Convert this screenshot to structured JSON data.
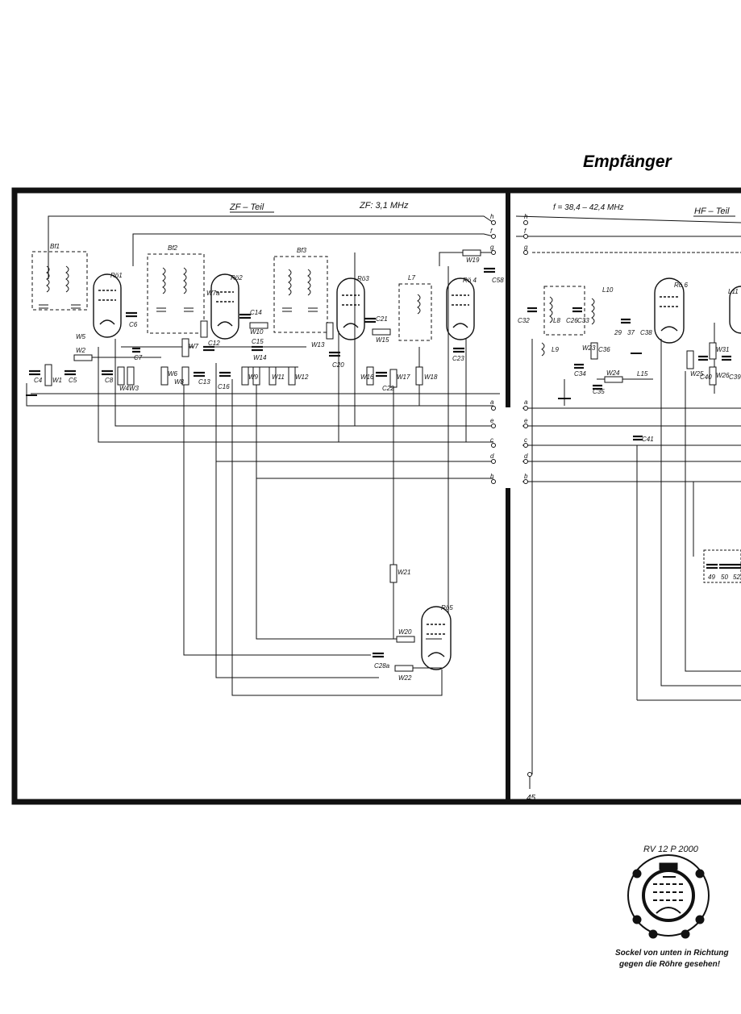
{
  "page": {
    "title": "Empfänger"
  },
  "sections": {
    "zf_teil": "ZF – Teil",
    "zf_freq": "ZF: 3,1 MHz",
    "hf_freq": "f = 38,4  – 42,4  MHz",
    "hf_teil": "HF – Teil"
  },
  "tubes": {
    "ro1": "Rö1",
    "ro2": "Rö2",
    "ro3": "Rö3",
    "ro4": "Rö 4",
    "ro5": "Rö5",
    "ro6": "Rö 6"
  },
  "filters": {
    "bf1": "Bf1",
    "bf2": "Bf2",
    "bf3": "Bf3"
  },
  "coils": {
    "l7": "L7",
    "l8": "L8",
    "l9": "L9",
    "l10": "L10",
    "l11": "L11",
    "l15": "L15"
  },
  "capacitors": {
    "c4": "C4",
    "c5": "C5",
    "c6": "C6",
    "c7": "C7",
    "c8": "C8",
    "c12": "C12",
    "c13": "C13",
    "c14": "C14",
    "c15": "C15",
    "c16": "C16",
    "c20": "C20",
    "c21": "C21",
    "c22": "C22",
    "c23": "C23",
    "c26": "C26",
    "c28a": "C28a",
    "c32": "C32",
    "c33": "C33",
    "c34": "C34",
    "c35": "C35",
    "c36": "C36",
    "c38": "C38",
    "c39": "C39",
    "c40": "C40",
    "c41": "C41",
    "c49": "49",
    "c50": "50",
    "c52": "52",
    "c58": "C58",
    "c29": "29",
    "c37": "37"
  },
  "resistors": {
    "w1": "W1",
    "w2": "W2",
    "w3": "W3",
    "w4": "W4",
    "w5": "W5",
    "w6": "W6",
    "w7": "W7",
    "w7a": "W7a",
    "w8": "W8",
    "w9": "W9",
    "w10": "W10",
    "w11": "W11",
    "w12": "W12",
    "w13": "W13",
    "w14": "W14",
    "w15": "W15",
    "w16": "W16",
    "w17": "W17",
    "w18": "W18",
    "w19": "W19",
    "w20": "W20",
    "w21": "W21",
    "w22": "W22",
    "w23": "W23",
    "w24": "W24",
    "w25": "W25",
    "w26": "W26",
    "w31": "W31"
  },
  "terminals": [
    "h",
    "f",
    "g",
    "a",
    "e",
    "c",
    "d",
    "b"
  ],
  "pin_label": "45",
  "socket": {
    "tube_type": "RV 12  P 2000",
    "caption_line1": "Sockel von unten in Richtung",
    "caption_line2": "gegen die Röhre gesehen!"
  }
}
